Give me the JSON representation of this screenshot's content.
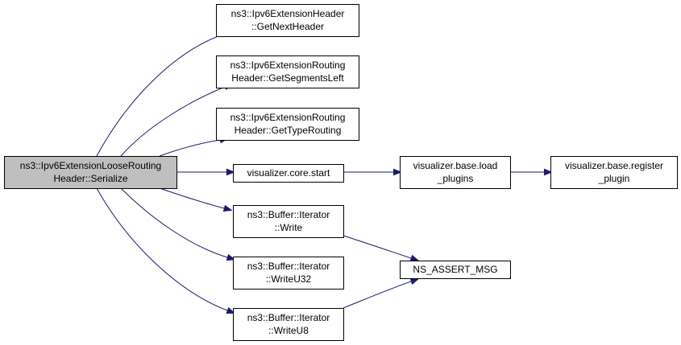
{
  "colors": {
    "root_fill": "#bfbfbf",
    "node_fill": "#ffffff",
    "node_border": "#000000",
    "edge": "#191970",
    "text": "#000000"
  },
  "graph": {
    "nodes": [
      {
        "id": "serialize",
        "root": true,
        "lines": [
          "ns3::Ipv6ExtensionLooseRouting",
          "Header::Serialize"
        ]
      },
      {
        "id": "get-next-header",
        "lines": [
          "ns3::Ipv6ExtensionHeader",
          "::GetNextHeader"
        ]
      },
      {
        "id": "get-segments-left",
        "lines": [
          "ns3::Ipv6ExtensionRouting",
          "Header::GetSegmentsLeft"
        ]
      },
      {
        "id": "get-type-routing",
        "lines": [
          "ns3::Ipv6ExtensionRouting",
          "Header::GetTypeRouting"
        ]
      },
      {
        "id": "core-start",
        "lines": [
          "visualizer.core.start"
        ]
      },
      {
        "id": "load-plugins",
        "lines": [
          "visualizer.base.load",
          "_plugins"
        ]
      },
      {
        "id": "register-plugin",
        "lines": [
          "visualizer.base.register",
          "_plugin"
        ]
      },
      {
        "id": "iterator-write",
        "lines": [
          "ns3::Buffer::Iterator",
          "::Write"
        ]
      },
      {
        "id": "iterator-writeu32",
        "lines": [
          "ns3::Buffer::Iterator",
          "::WriteU32"
        ]
      },
      {
        "id": "iterator-writeu8",
        "lines": [
          "ns3::Buffer::Iterator",
          "::WriteU8"
        ]
      },
      {
        "id": "ns-assert-msg",
        "lines": [
          "NS_ASSERT_MSG"
        ]
      }
    ],
    "edges": [
      {
        "from": "serialize",
        "to": "get-next-header"
      },
      {
        "from": "serialize",
        "to": "get-segments-left"
      },
      {
        "from": "serialize",
        "to": "get-type-routing"
      },
      {
        "from": "serialize",
        "to": "core-start"
      },
      {
        "from": "serialize",
        "to": "iterator-write"
      },
      {
        "from": "serialize",
        "to": "iterator-writeu32"
      },
      {
        "from": "serialize",
        "to": "iterator-writeu8"
      },
      {
        "from": "core-start",
        "to": "load-plugins"
      },
      {
        "from": "load-plugins",
        "to": "register-plugin"
      },
      {
        "from": "iterator-write",
        "to": "ns-assert-msg"
      },
      {
        "from": "iterator-writeu8",
        "to": "ns-assert-msg"
      }
    ]
  }
}
